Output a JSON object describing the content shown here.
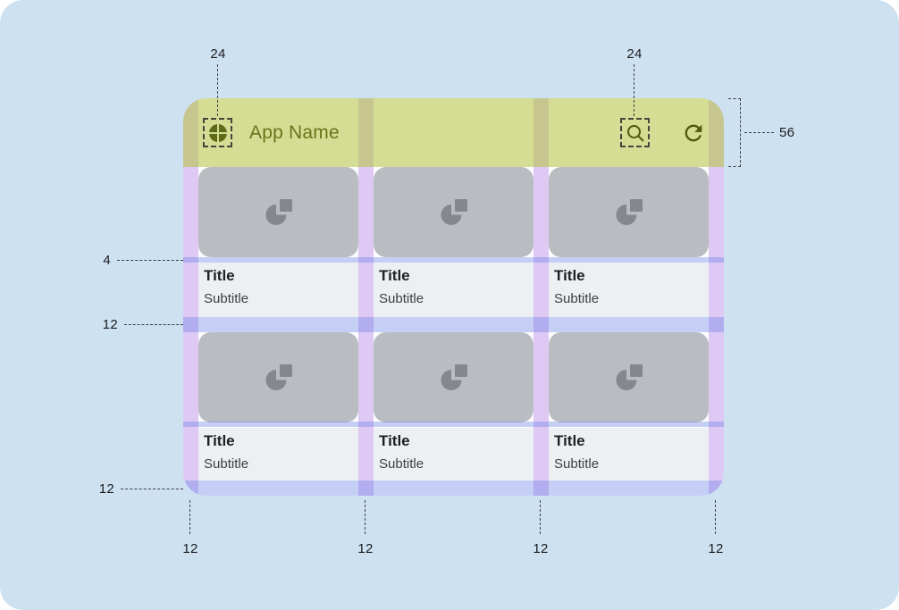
{
  "appbar": {
    "title": "App Name"
  },
  "cards": [
    {
      "title": "Title",
      "subtitle": "Subtitle"
    },
    {
      "title": "Title",
      "subtitle": "Subtitle"
    },
    {
      "title": "Title",
      "subtitle": "Subtitle"
    },
    {
      "title": "Title",
      "subtitle": "Subtitle"
    },
    {
      "title": "Title",
      "subtitle": "Subtitle"
    },
    {
      "title": "Title",
      "subtitle": "Subtitle"
    }
  ],
  "annotations": {
    "top_left_icon_size": "24",
    "top_right_icon_size": "24",
    "appbar_height": "56",
    "media_text_gap": "4",
    "row_gutter": "12",
    "bottom_margin": "12",
    "bottom": [
      "12",
      "12",
      "12",
      "12"
    ]
  },
  "icons": {
    "app_logo": "quadrant-circle-logo",
    "search": "magnifier",
    "refresh": "circular-arrow",
    "card_media": "pie-chart-and-square-placeholder"
  },
  "colors": {
    "canvas": "#cde1f1",
    "appbar_highlight": "#d6e097",
    "margin_highlight": "#ddc7f4",
    "gutter_highlight": "#b9c5f3",
    "appbar_text": "#68751a",
    "card_media": "#b9bdc2",
    "title_text": "#202124",
    "subtitle_text": "#3c4043",
    "annotation_text": "#1a1b1e"
  }
}
